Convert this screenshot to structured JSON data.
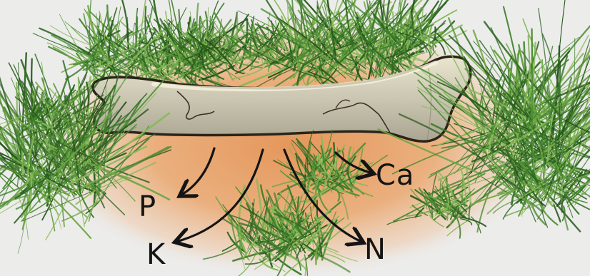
{
  "labels": {
    "phosphorus": "P",
    "potassium": "K",
    "nitrogen": "N",
    "calcium": "Ca"
  },
  "colors": {
    "background": "#ececeb",
    "soil": "#e8a46a",
    "bone": "#c9c5b2",
    "bone_outline": "#2a2418",
    "grass_dark": "#2f6a22",
    "grass_light": "#6fa544",
    "ink": "#141414"
  }
}
